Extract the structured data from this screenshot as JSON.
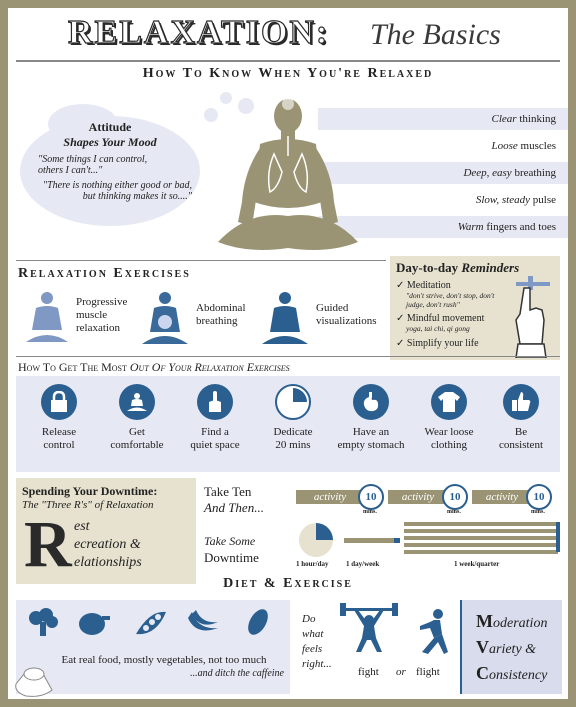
{
  "title": {
    "main": "RELAXATION:",
    "sub": "The Basics"
  },
  "know": {
    "heading": "How To Know When You're Relaxed",
    "symptoms": [
      {
        "em": "Clear",
        "rest": " thinking"
      },
      {
        "em": "Loose",
        "rest": " muscles"
      },
      {
        "em": "Deep, easy",
        "rest": " breathing"
      },
      {
        "em": "Slow, steady",
        "rest": " pulse"
      },
      {
        "em": "Warm",
        "rest": " fingers and toes"
      }
    ],
    "attitude": {
      "title": "Attitude",
      "subtitle": "Shapes Your Mood",
      "quote1": "\"Some things I can control, others I can't...\"",
      "quote2": "\"There is nothing either good or bad, but thinking makes it so....\""
    }
  },
  "exercises": {
    "heading": "Relaxation Exercises",
    "items": [
      "Progressive muscle relaxation",
      "Abdominal breathing",
      "Guided visualizations"
    ]
  },
  "reminders": {
    "title": "Day-to-day",
    "title_em": "Reminders",
    "items": [
      {
        "label": "Meditation",
        "note": "\"don't strive, don't stop, don't judge, don't rush\""
      },
      {
        "label": "Mindful movement",
        "note": "yoga, tai chi, qi gong"
      },
      {
        "label": "Simplify your life",
        "note": ""
      }
    ]
  },
  "tips": {
    "heading_plain": "How To Get The Most",
    "heading_em": "Out Of Your Relaxation Exercises",
    "items": [
      {
        "icon": "lock-icon",
        "l1": "Release",
        "l2": "control"
      },
      {
        "icon": "meditating-figure-icon",
        "l1": "Get",
        "l2": "comfortable"
      },
      {
        "icon": "finger-to-lips-icon",
        "l1": "Find a",
        "l2": "quiet space"
      },
      {
        "icon": "clock-quarter-icon",
        "l1": "Dedicate",
        "l2": "20 mins"
      },
      {
        "icon": "stomach-icon",
        "l1": "Have an",
        "l2": "empty stomach"
      },
      {
        "icon": "shirt-icon",
        "l1": "Wear loose",
        "l2": "clothing"
      },
      {
        "icon": "thumbs-up-icon",
        "l1": "Be",
        "l2": "consistent"
      }
    ]
  },
  "downtime": {
    "title": "Spending Your Downtime:",
    "subtitle": "The \"Three R's\" of Relaxation",
    "big_letter": "R",
    "r_words": [
      "est",
      "ecreation &",
      "elationships"
    ],
    "take_ten": "Take Ten",
    "and_then": "And Then...",
    "take_some": "Take Some",
    "downtime_word": "Downtime",
    "activity": "activity",
    "ten": "10",
    "mins": "mins.",
    "labels": [
      "1 hour/day",
      "1 day/week",
      "1 week/quarter"
    ],
    "hour_fraction": 0.25
  },
  "diet": {
    "heading": "Diet & Exercise",
    "line1": "Eat real food, mostly vegetables, not too much",
    "line2": "...and ditch the caffeine",
    "do_what": [
      "Do",
      "what",
      "feels",
      "right..."
    ],
    "fight": "fight",
    "or": "or",
    "flight": "flight",
    "mvc": [
      {
        "initial": "M",
        "rest": "oderation"
      },
      {
        "initial": "V",
        "rest": "ariety &"
      },
      {
        "initial": "C",
        "rest": "onsistency"
      }
    ]
  },
  "colors": {
    "olive": "#9a9474",
    "blue": "#2b5f8f",
    "band": "#e6e8f3"
  }
}
